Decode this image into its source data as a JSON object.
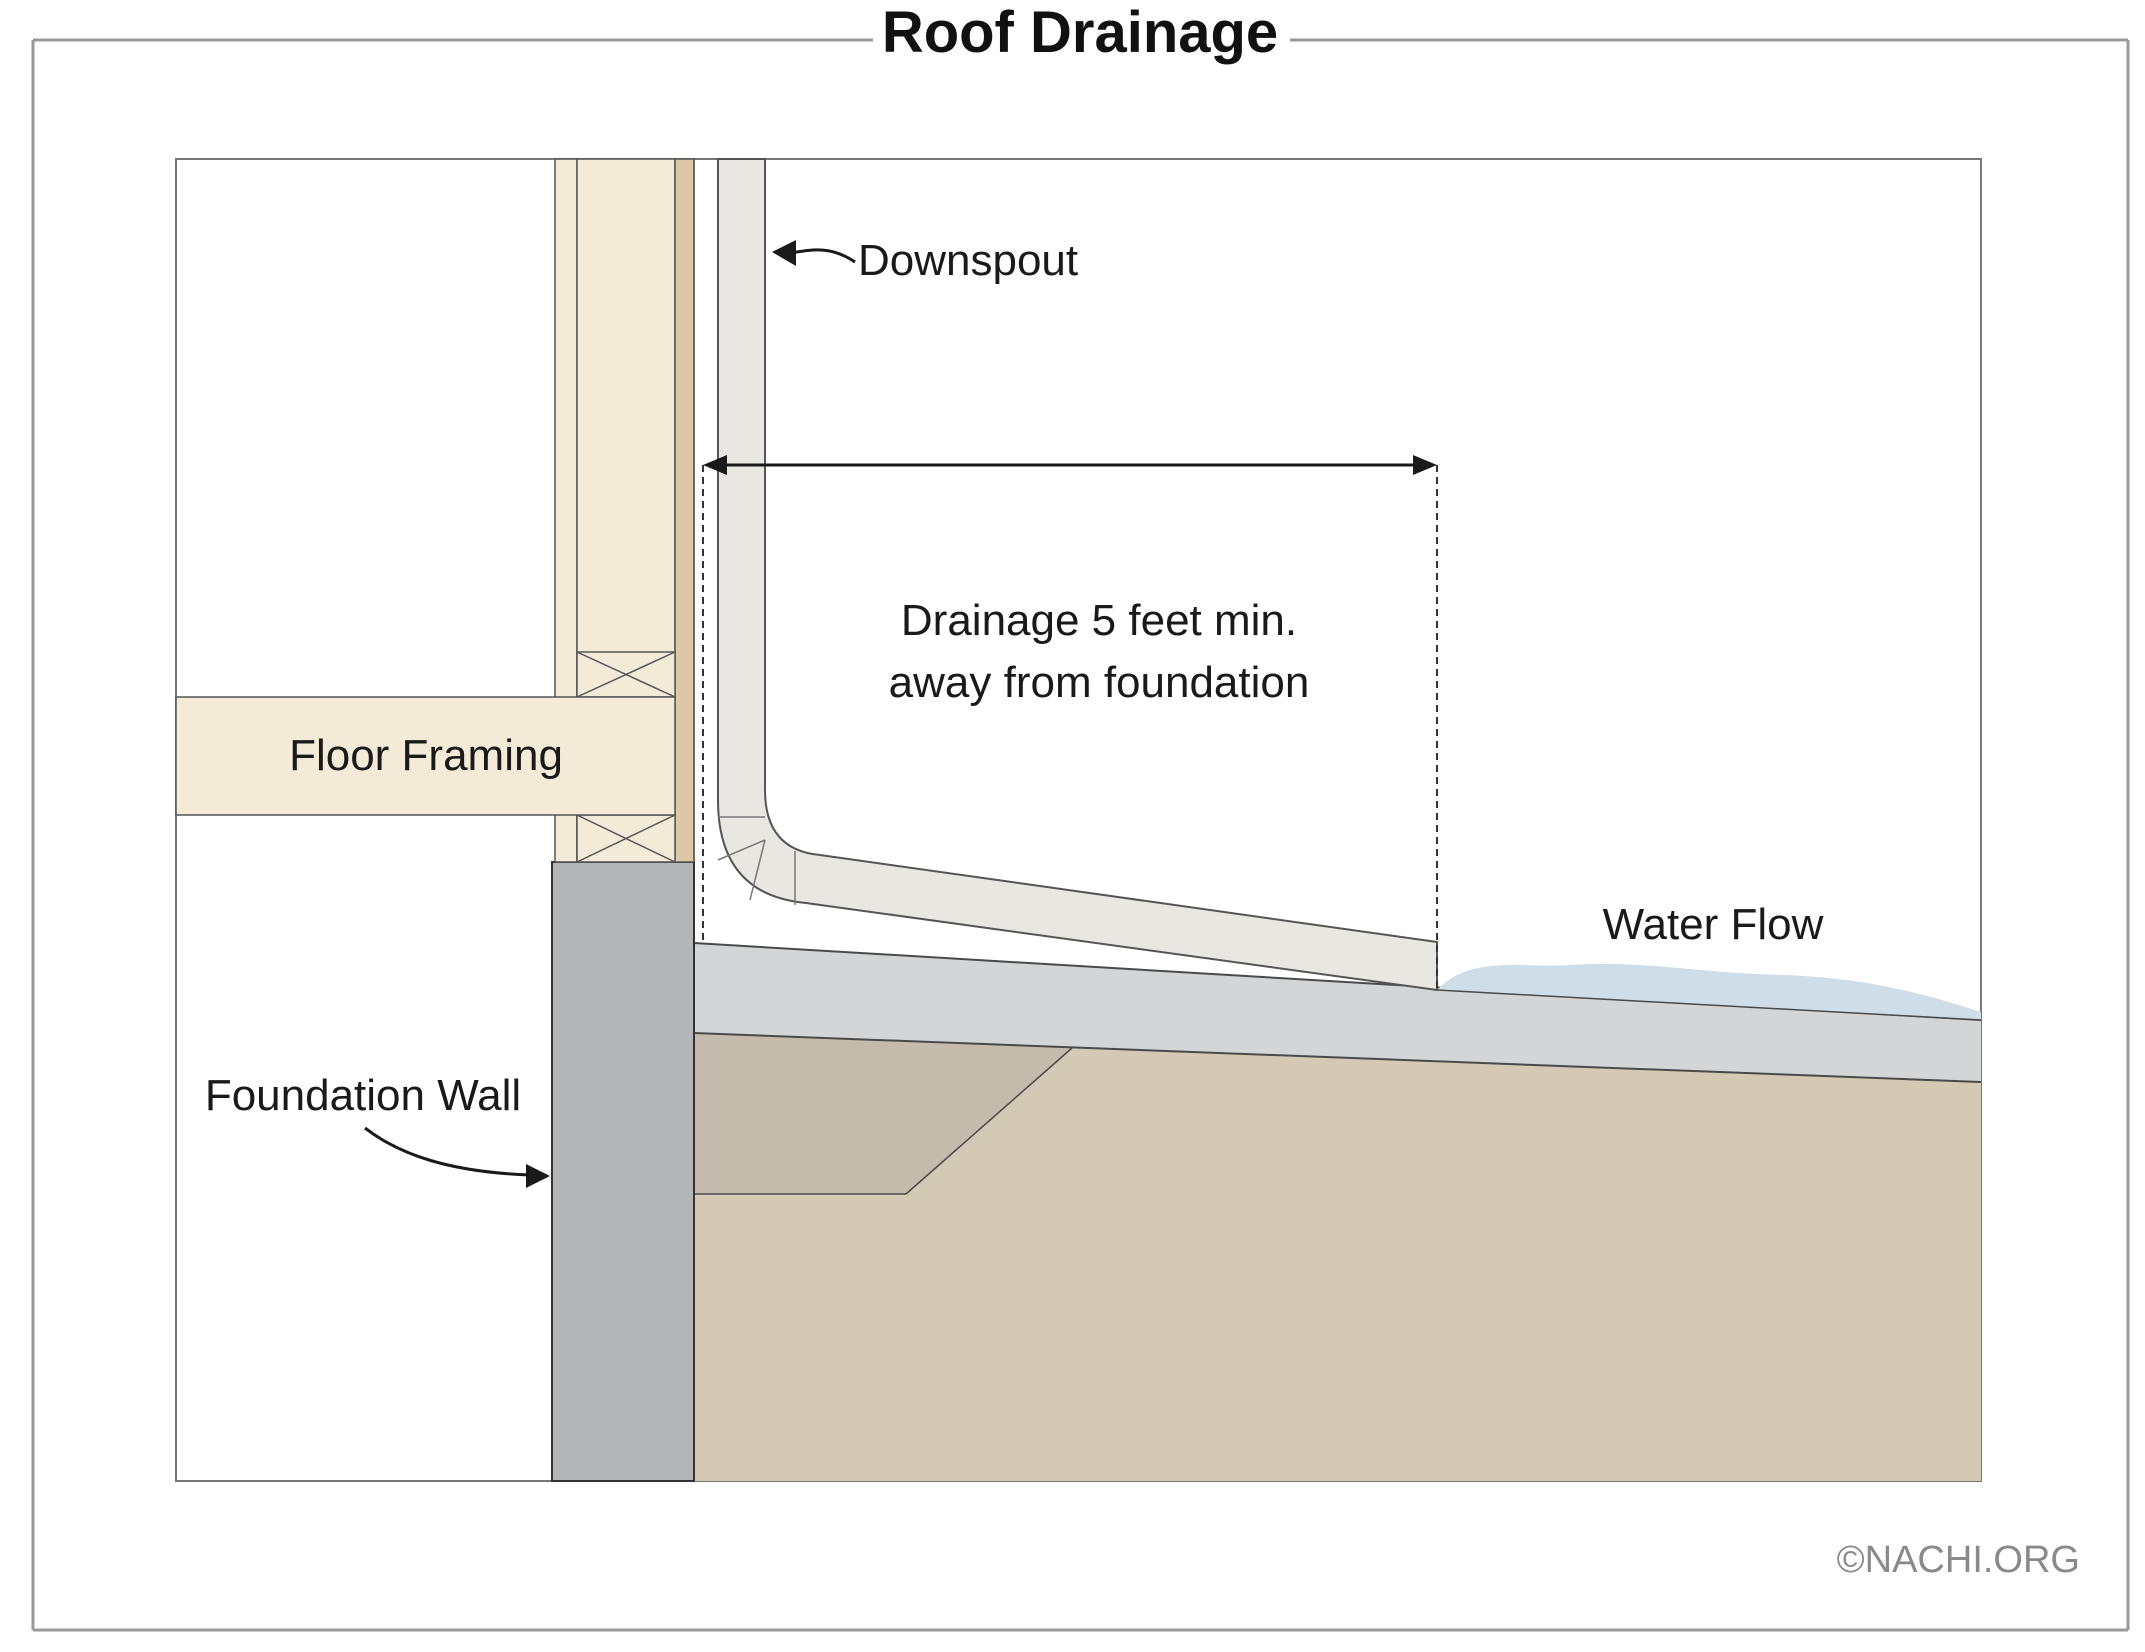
{
  "title": "Roof Drainage",
  "labels": {
    "downspout": "Downspout",
    "drainage_line1": "Drainage 5 feet min.",
    "drainage_line2": "away from foundation",
    "floor_framing": "Floor Framing",
    "water_flow": "Water Flow",
    "foundation_wall": "Foundation Wall"
  },
  "credit": "©NACHI.ORG",
  "colors": {
    "frame": "#9a9a9a",
    "wood_light": "#f3ead7",
    "wood_dark": "#ddc7a7",
    "downspout": "#e8e7e2",
    "concrete": "#b3b5b7",
    "slab": "#d3d5d7",
    "soil": "#d3c9b4",
    "soil_dark": "#c5bbad",
    "water": "#cfdde8",
    "ink": "#1a1a1a"
  }
}
